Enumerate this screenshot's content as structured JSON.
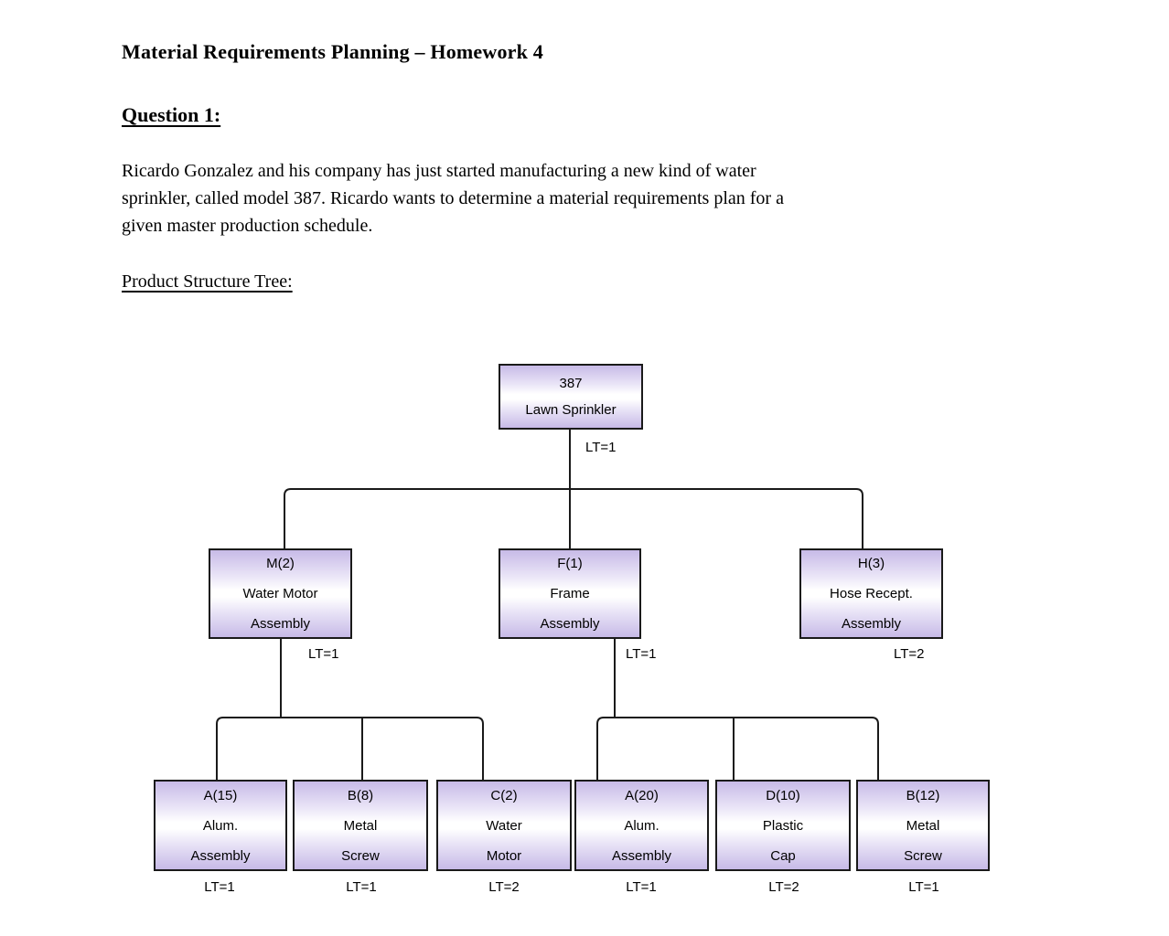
{
  "document": {
    "title": "Material Requirements Planning – Homework 4",
    "question_heading": "Question 1:",
    "paragraph_lines": [
      "Ricardo Gonzalez and his company has just started manufacturing a new kind of water",
      "sprinkler, called model 387. Ricardo wants to determine a material requirements plan for a",
      "given master production schedule."
    ],
    "tree_heading": "Product Structure Tree:"
  },
  "tree": {
    "nodes": [
      {
        "id": "root",
        "lines": [
          "387",
          "Lawn Sprinkler"
        ],
        "lt": "LT=1"
      },
      {
        "id": "M2",
        "lines": [
          "M(2)",
          "Water Motor",
          "Assembly"
        ],
        "lt": "LT=1"
      },
      {
        "id": "F1",
        "lines": [
          "F(1)",
          "Frame",
          "Assembly"
        ],
        "lt": "LT=1"
      },
      {
        "id": "H3",
        "lines": [
          "H(3)",
          "Hose Recept.",
          "Assembly"
        ],
        "lt": "LT=2"
      },
      {
        "id": "A15",
        "lines": [
          "A(15)",
          "Alum.",
          "Assembly"
        ],
        "lt": "LT=1"
      },
      {
        "id": "B8",
        "lines": [
          "B(8)",
          "Metal",
          "Screw"
        ],
        "lt": "LT=1"
      },
      {
        "id": "C2",
        "lines": [
          "C(2)",
          "Water",
          "Motor"
        ],
        "lt": "LT=2"
      },
      {
        "id": "A20",
        "lines": [
          "A(20)",
          "Alum.",
          "Assembly"
        ],
        "lt": "LT=1"
      },
      {
        "id": "D10",
        "lines": [
          "D(10)",
          "Plastic",
          "Cap"
        ],
        "lt": "LT=2"
      },
      {
        "id": "B12",
        "lines": [
          "B(12)",
          "Metal",
          "Screw"
        ],
        "lt": "LT=1"
      }
    ],
    "colors": {
      "box_fill_edge": "#c7bae7",
      "box_fill_mid": "#ffffff",
      "box_border": "#1a1a1a",
      "connector_line": "#1a1a1a"
    }
  }
}
